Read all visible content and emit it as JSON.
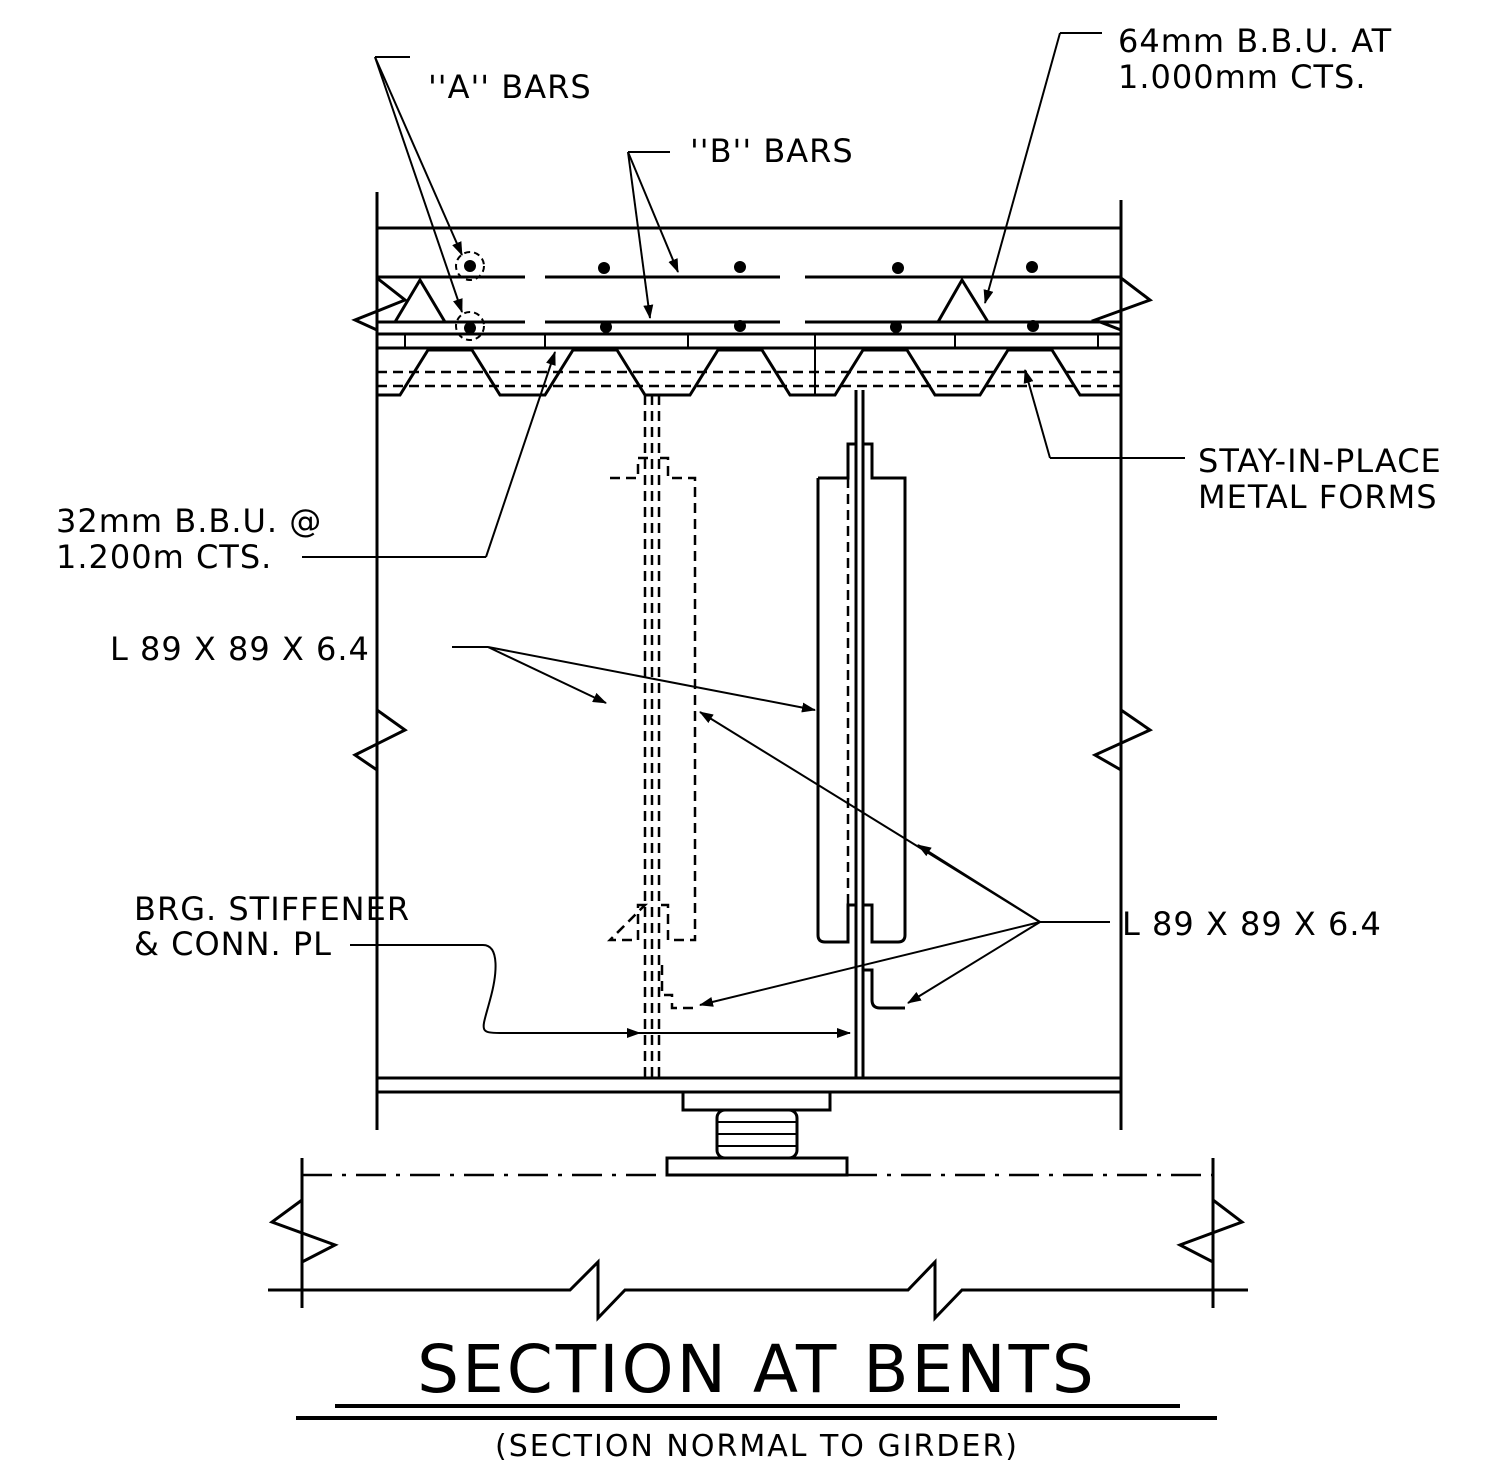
{
  "labels": {
    "a_bars": "''A'' BARS",
    "b_bars": "''B'' BARS",
    "bbu_64_l1": "64mm B.B.U. AT",
    "bbu_64_l2": "1.000mm CTS.",
    "bbu_32_l1": "32mm B.B.U. @",
    "bbu_32_l2": "1.200m CTS.",
    "stay_l1": "STAY-IN-PLACE",
    "stay_l2": "METAL FORMS",
    "angle_upper": "L 89 X 89 X 6.4",
    "angle_lower": "L 89 X 89 X 6.4",
    "brg_l1": "BRG. STIFFENER",
    "brg_l2": "& CONN. PL"
  },
  "title": "SECTION AT BENTS",
  "subtitle": "(SECTION NORMAL TO GIRDER)"
}
